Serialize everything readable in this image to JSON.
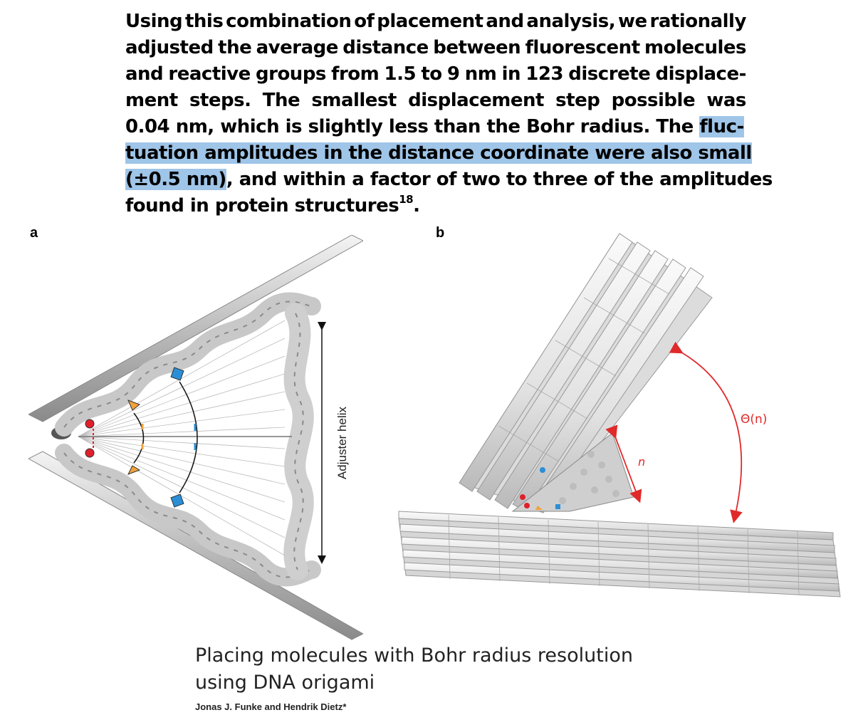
{
  "paragraph": {
    "line1": "Using this combination of placement and analysis, we rationally",
    "line2": "adjusted the average distance between fluorescent molecules",
    "line3": "and reactive groups from 1.5 to 9 nm in 123 discrete displace-",
    "line4": "ment steps. The smallest displacement step possible was",
    "line5": "0.04 nm, which is slightly less than the Bohr radius. The ",
    "line5_hl": "fluc-",
    "line6_hl": "tuation amplitudes in the distance coordinate were also small",
    "line7_hl": "(±0.5 nm)",
    "line7_rest": ", and within a factor of two to three of the amplitudes",
    "line8": "found in protein structures",
    "line8_sup": "18",
    "line8_end": "."
  },
  "figure": {
    "panel_a_label": "a",
    "panel_b_label": "b",
    "adjuster_label": "Adjuster helix",
    "n_label": "n",
    "theta_label": "Θ(n)"
  },
  "colors": {
    "highlight": "#9fc5e8",
    "red_marker": "#e0202a",
    "orange_marker": "#f2a23a",
    "blue_marker": "#2a8fd6",
    "angle_arrow": "#e02a2a"
  },
  "title": {
    "line1": "Placing molecules with Bohr radius resolution",
    "line2": "using DNA origami"
  },
  "authors": "Jonas J. Funke and Hendrik Dietz*"
}
